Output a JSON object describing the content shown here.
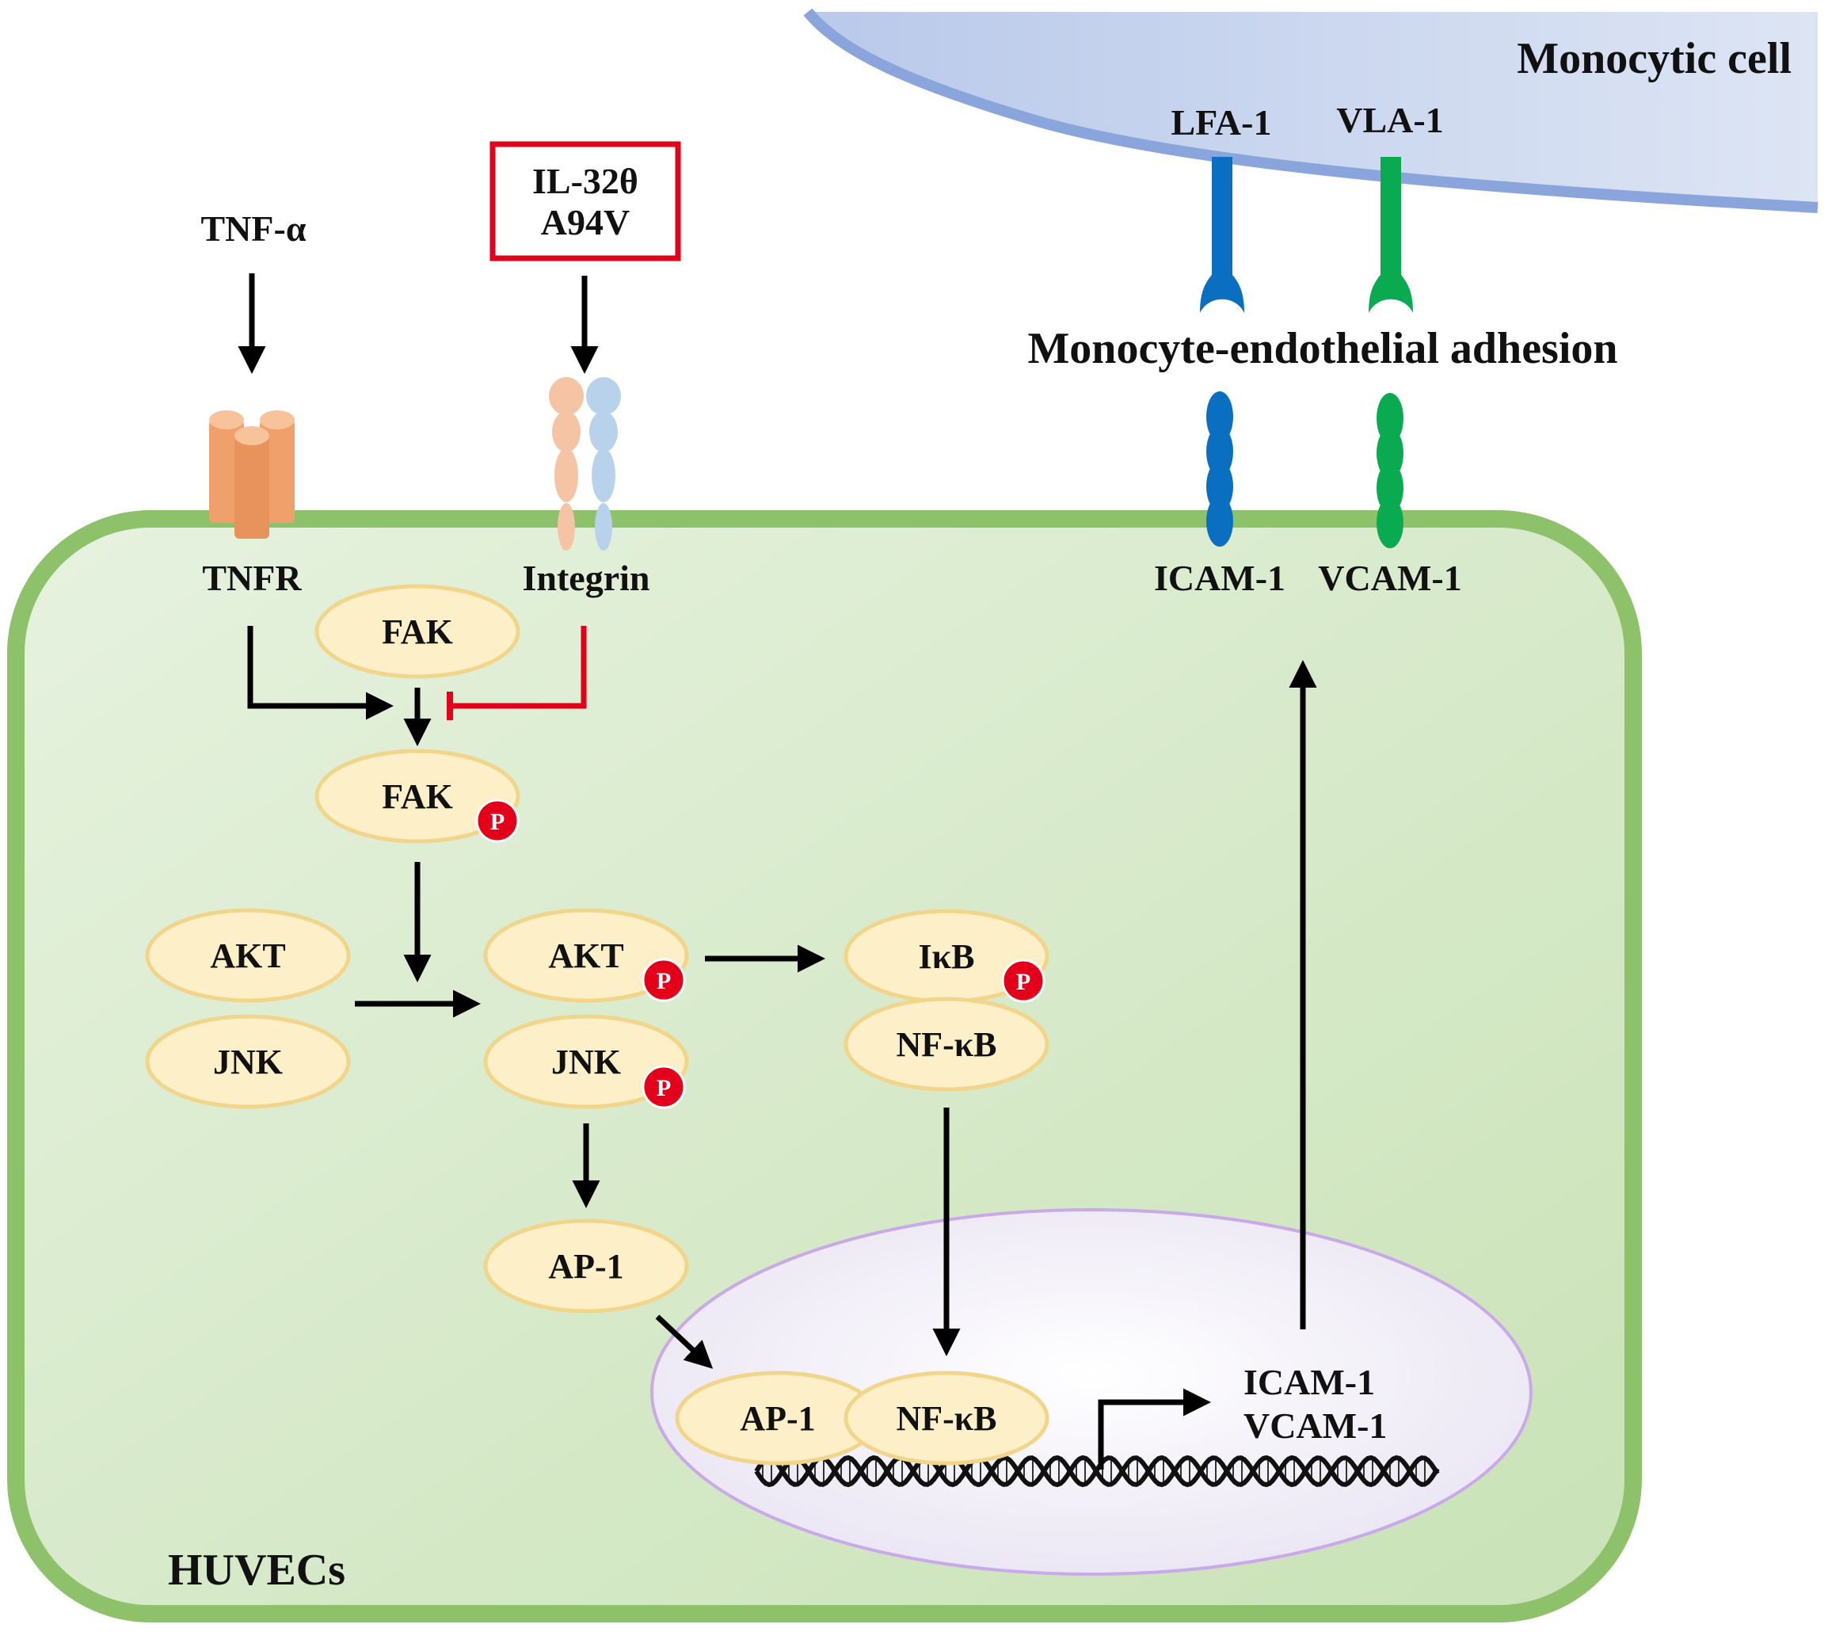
{
  "colors": {
    "cell_border": "#8dc26b",
    "cell_fill": "#d8eccb",
    "monocyte_fill": "#c9d6ee",
    "monocyte_edge": "#8aa5dc",
    "protein_fill": "#fdf0c8",
    "protein_edge": "#f1d58a",
    "phospho": "#e2001a",
    "inhibit": "#e2001a",
    "lfa_icam": "#0a6fc0",
    "vla_vcam": "#0aaa50",
    "tnfr": "#f0a06a",
    "integrin_a": "#f5c4a4",
    "integrin_b": "#b8d2ec",
    "nucleus_fill": "#f4f2fa",
    "nucleus_edge": "#c9a9e8"
  },
  "labels": {
    "monocytic_cell": "Monocytic cell",
    "lfa1": "LFA-1",
    "vla1": "VLA-1",
    "adhesion": "Monocyte-endothelial adhesion",
    "icam1": "ICAM-1",
    "vcam1": "VCAM-1",
    "tnf_alpha": "TNF-α",
    "il32_line1": "IL-32θ",
    "il32_line2": "A94V",
    "tnfr": "TNFR",
    "integrin": "Integrin",
    "huvecs": "HUVECs",
    "gene_icam1": "ICAM-1",
    "gene_vcam1": "VCAM-1",
    "phospho": "P"
  },
  "proteins": {
    "fak": "FAK",
    "fak_p": "FAK",
    "akt": "AKT",
    "jnk": "JNK",
    "akt_p": "AKT",
    "jnk_p": "JNK",
    "ikb_p": "IκB",
    "nfkb": "NF-κB",
    "ap1": "AP-1",
    "ap1_nuc": "AP-1",
    "nfkb_nuc": "NF-κB"
  }
}
